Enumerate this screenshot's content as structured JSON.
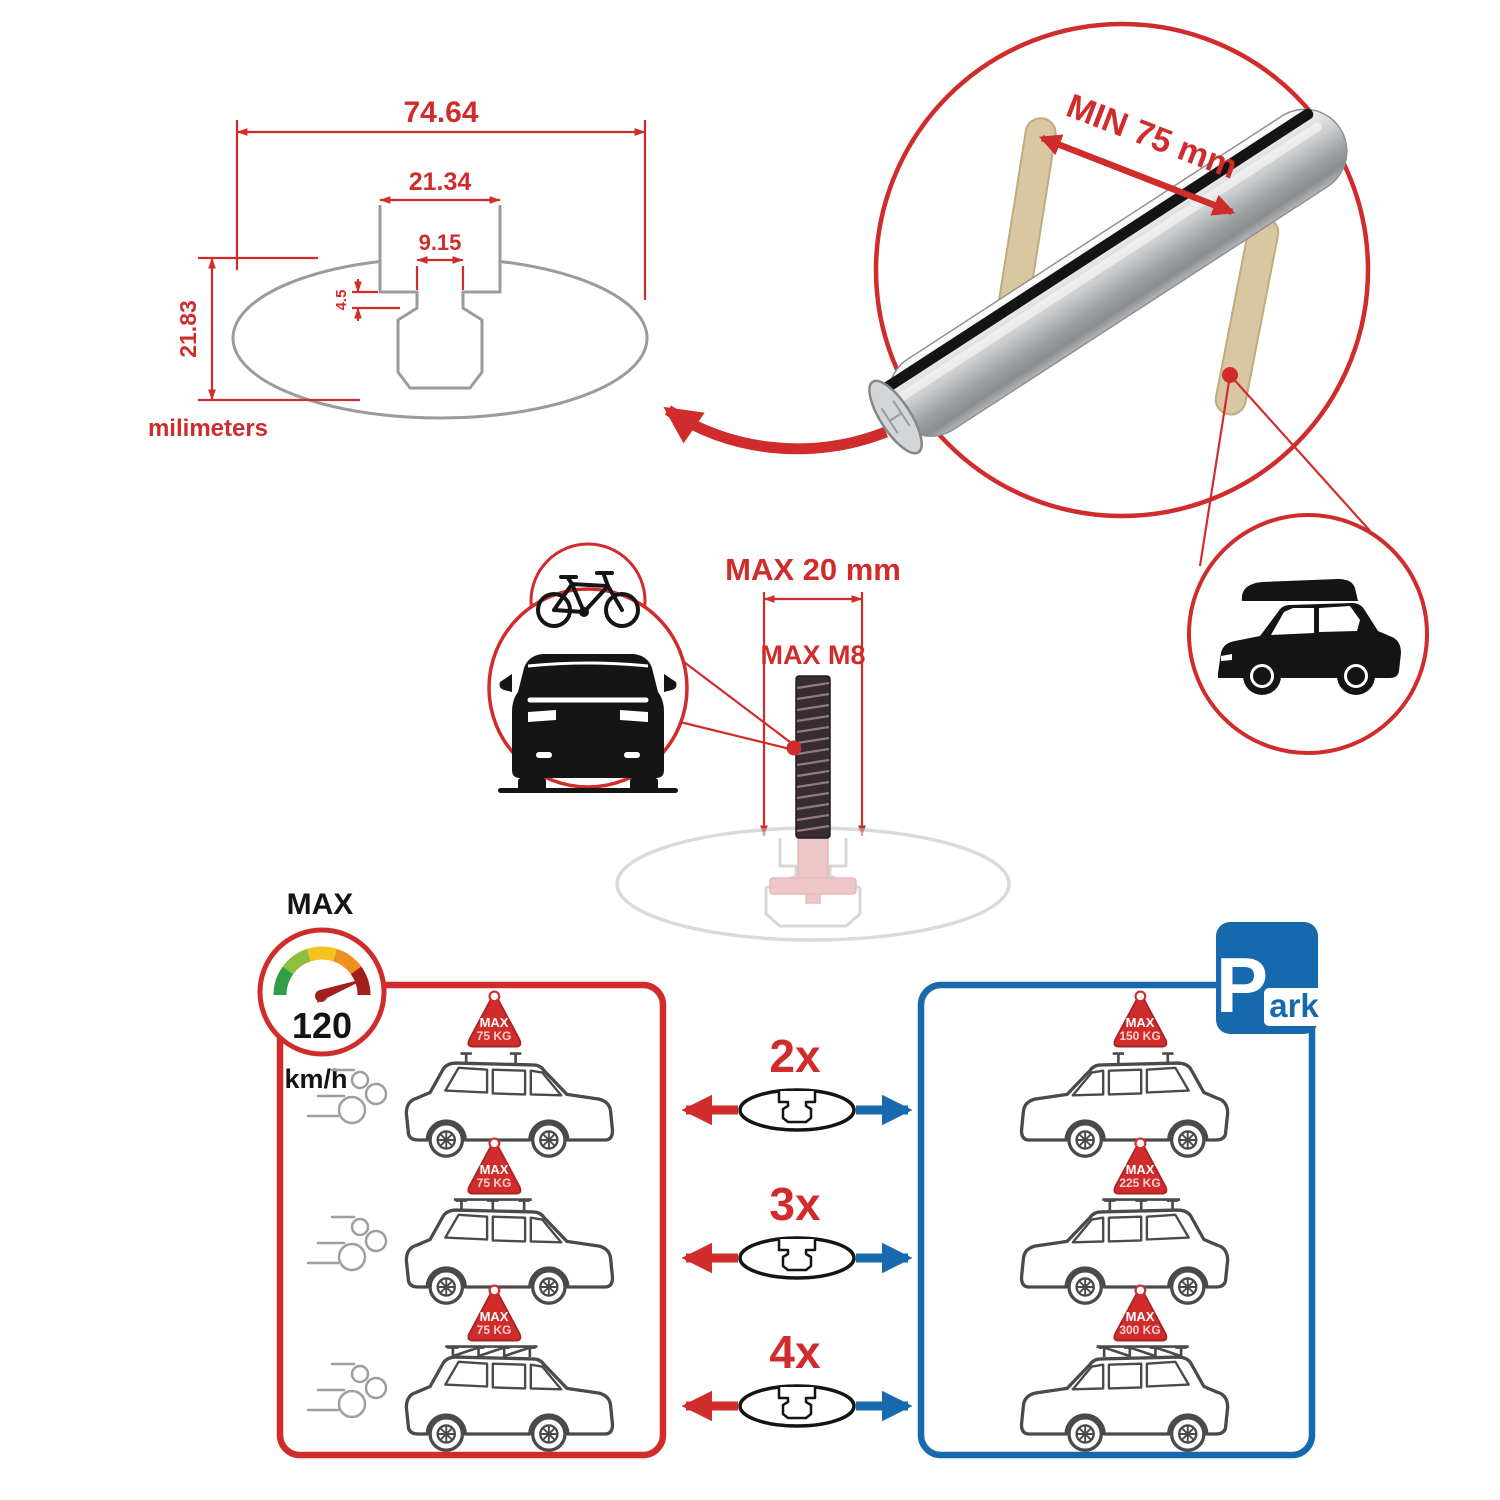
{
  "dimension_diagram": {
    "total_width": "74.64",
    "slot_outer_width": "21.34",
    "slot_inner_width": "9.15",
    "lip_height": "4.5",
    "total_height": "21.83",
    "units_label": "milimeters"
  },
  "bar_detail": {
    "min_span_label": "MIN 75 mm"
  },
  "bolt_diagram": {
    "max_width_label": "MAX 20 mm",
    "thread_label": "MAX M8"
  },
  "speed_limit": {
    "label": "MAX",
    "value": "120",
    "unit": "km/h"
  },
  "parking_sign": {
    "letter": "P",
    "suffix": "ark"
  },
  "driving_cars": [
    {
      "flag_line1": "MAX",
      "flag_line2": "75 KG"
    },
    {
      "flag_line1": "MAX",
      "flag_line2": "75 KG"
    },
    {
      "flag_line1": "MAX",
      "flag_line2": "75 KG"
    }
  ],
  "parked_cars": [
    {
      "flag_line1": "MAX",
      "flag_line2": "150 KG"
    },
    {
      "flag_line1": "MAX",
      "flag_line2": "225 KG"
    },
    {
      "flag_line1": "MAX",
      "flag_line2": "300 KG"
    }
  ],
  "multipliers": [
    {
      "label": "2x"
    },
    {
      "label": "3x"
    },
    {
      "label": "4x"
    }
  ],
  "colors": {
    "accent_red": "#d02c2c",
    "accent_blue": "#1669ac"
  }
}
